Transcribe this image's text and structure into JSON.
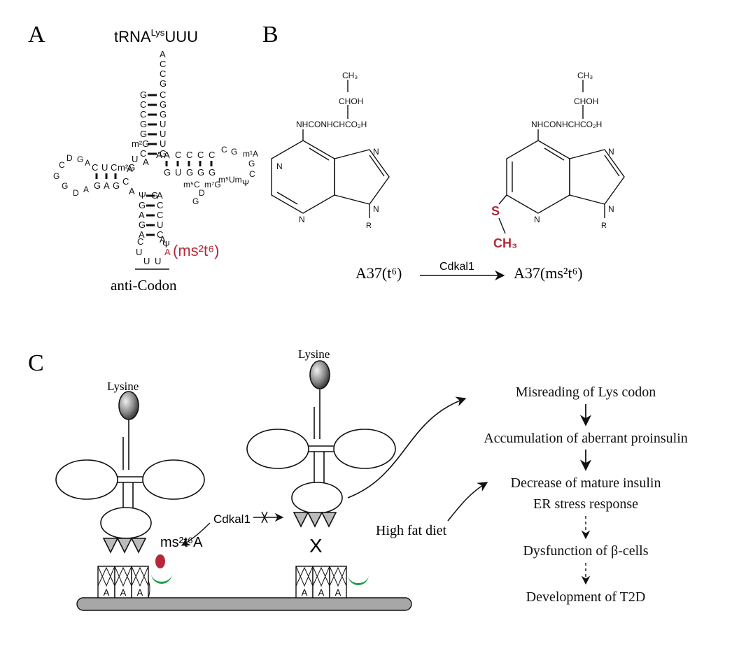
{
  "colors": {
    "accent_red": "#b5283a",
    "green": "#1f9e4a",
    "gray_bar": "#a7a7a7",
    "ink": "#111111"
  },
  "panels": {
    "a": "A",
    "b": "B",
    "c": "C"
  },
  "panel_a": {
    "title_main": "tRNA",
    "title_sup": "Lys",
    "title_end": "UUU",
    "acceptor_tail": [
      "A",
      "C",
      "C",
      "G"
    ],
    "acceptor_left": [
      "G",
      "C",
      "C",
      "G",
      "G",
      "m²G",
      "C"
    ],
    "acceptor_right": [
      "C",
      "G",
      "G",
      "U",
      "U",
      "U",
      "G"
    ],
    "d_arm_top": [
      "C",
      "U",
      "C",
      "m²G"
    ],
    "d_arm_bottom": [
      "G",
      "A",
      "G"
    ],
    "d_loop": [
      "D",
      "G",
      "A",
      "C",
      "G",
      "G",
      "D",
      "A"
    ],
    "t_arm_top": [
      "A",
      "C",
      "C",
      "C",
      "C"
    ],
    "t_arm_bottom": [
      "G",
      "U",
      "G",
      "G",
      "G"
    ],
    "t_loop": [
      "C",
      "G",
      "m¹A",
      "G",
      "C",
      "Ψ",
      "m⁵Um",
      "m⁵C",
      "D",
      "m⁷G",
      "G"
    ],
    "junction": [
      "U",
      "A",
      "A",
      "C",
      "A",
      "A",
      "G"
    ],
    "anti_left": [
      "Ψ",
      "G",
      "A",
      "G",
      "A"
    ],
    "anti_right": [
      "A",
      "C",
      "C",
      "U",
      "C",
      "Ψ"
    ],
    "anti_loop": [
      "C",
      "U",
      "U",
      "U",
      "A"
    ],
    "a37_label": "A",
    "mod_label": "(ms²t⁶)",
    "anticodon_label": "anti-Codon"
  },
  "panel_b": {
    "left": {
      "ch3": "CH₃",
      "choh": "CHOH",
      "chain": "NHCONHCHCO₂H",
      "n": [
        "N",
        "N",
        "N",
        "N"
      ],
      "r": "R",
      "label": "A37(t⁶)"
    },
    "right": {
      "ch3": "CH₃",
      "choh": "CHOH",
      "chain": "NHCONHCHCO₂H",
      "n": [
        "N",
        "N",
        "N"
      ],
      "r": "R",
      "s": "S",
      "sch3": "CH₃",
      "label": "A37(ms²t⁶)"
    },
    "enzyme": "Cdkal1"
  },
  "panel_c": {
    "lysine_left": "Lysine",
    "lysine_right": "Lysine",
    "codon": "A",
    "ms2t6a": "ms²t⁶A",
    "cdkal1": "Cdkal1",
    "x_mark": "X",
    "high_fat": "High fat diet",
    "flow": [
      "Misreading of Lys codon",
      "Accumulation of aberrant proinsulin",
      "Decrease of mature insulin",
      "ER stress response",
      "Dysfunction of β-cells",
      "Development of T2D"
    ]
  }
}
